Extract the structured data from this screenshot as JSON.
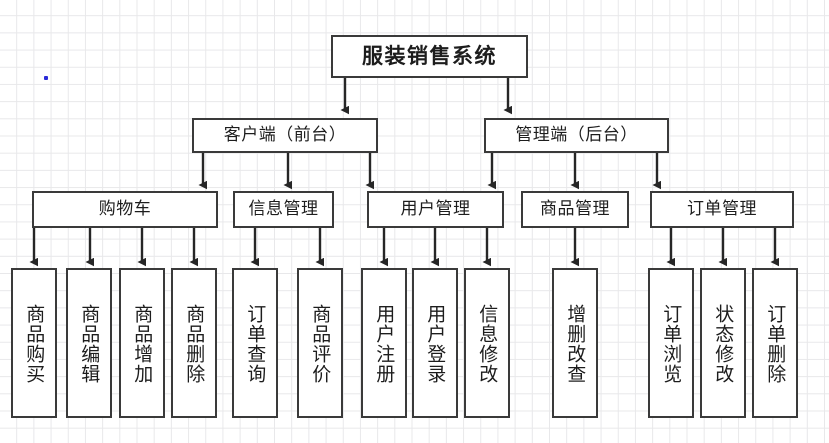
{
  "diagram": {
    "title": "服装销售系统",
    "background": {
      "grid_color": "#e8e8ea",
      "canvas_color": "#ffffff"
    },
    "node_border_color": "#3a3a3a",
    "cursor_color": "#2b2bd8",
    "root": {
      "label": "服装销售系统"
    },
    "level2": [
      {
        "label": "客户端（前台）"
      },
      {
        "label": "管理端（后台）"
      }
    ],
    "level3": [
      {
        "label": "购物车"
      },
      {
        "label": "信息管理"
      },
      {
        "label": "用户管理"
      },
      {
        "label": "商品管理"
      },
      {
        "label": "订单管理"
      }
    ],
    "leaves": [
      {
        "label": "商品购买"
      },
      {
        "label": "商品编辑"
      },
      {
        "label": "商品增加"
      },
      {
        "label": "商品删除"
      },
      {
        "label": "订单查询"
      },
      {
        "label": "商品评价"
      },
      {
        "label": "用户注册"
      },
      {
        "label": "用户登录"
      },
      {
        "label": "信息修改"
      },
      {
        "label": "增删改查"
      },
      {
        "label": "订单浏览"
      },
      {
        "label": "状态修改"
      },
      {
        "label": "订单删除"
      }
    ]
  }
}
